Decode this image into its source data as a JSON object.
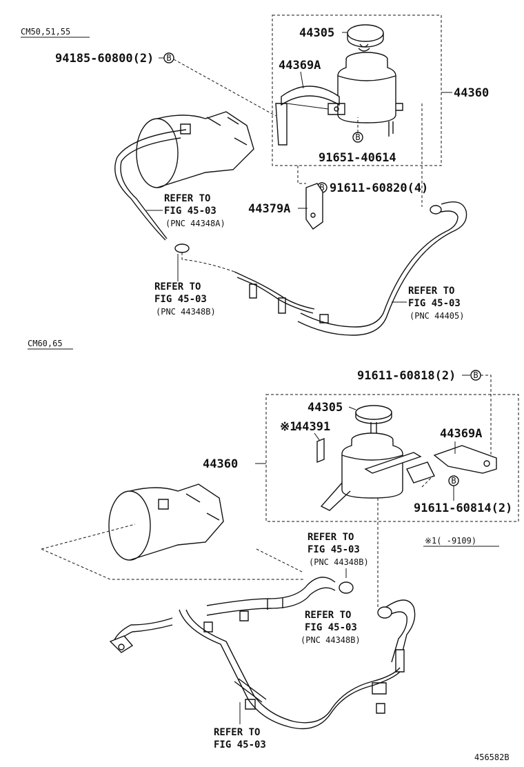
{
  "diagram": {
    "cm_a": "CM50,51,55",
    "cm_b": "CM60,65",
    "drawing_no": "456582B",
    "b_mark": "B",
    "upper": {
      "p1": "44305",
      "p2": "44369A",
      "p3": "44360",
      "p4": "94185-60800(2)",
      "p5": "91651-40614",
      "p6": "91611-60820(4)",
      "p7": "44379A",
      "ref1": {
        "l1": "REFER TO",
        "l2": "FIG 45-03",
        "l3": "(PNC 44348A)"
      },
      "ref2": {
        "l1": "REFER TO",
        "l2": "FIG 45-03",
        "l3": "(PNC 44348B)"
      },
      "ref3": {
        "l1": "REFER TO",
        "l2": "FIG 45-03",
        "l3": "(PNC 44405)"
      }
    },
    "lower": {
      "p1": "91611-60818(2)",
      "p2": "44305",
      "p3": "44391",
      "p3_mark": "※1",
      "p4": "44369A",
      "p5": "44360",
      "p6": "91611-60814(2)",
      "note": "※1(   -9109)",
      "ref1": {
        "l1": "REFER TO",
        "l2": "FIG 45-03",
        "l3": "(PNC 44348B)"
      },
      "ref2": {
        "l1": "REFER TO",
        "l2": "FIG 45-03",
        "l3": "(PNC 44348B)"
      },
      "ref3": {
        "l1": "REFER TO",
        "l2": "FIG 45-03"
      }
    }
  }
}
